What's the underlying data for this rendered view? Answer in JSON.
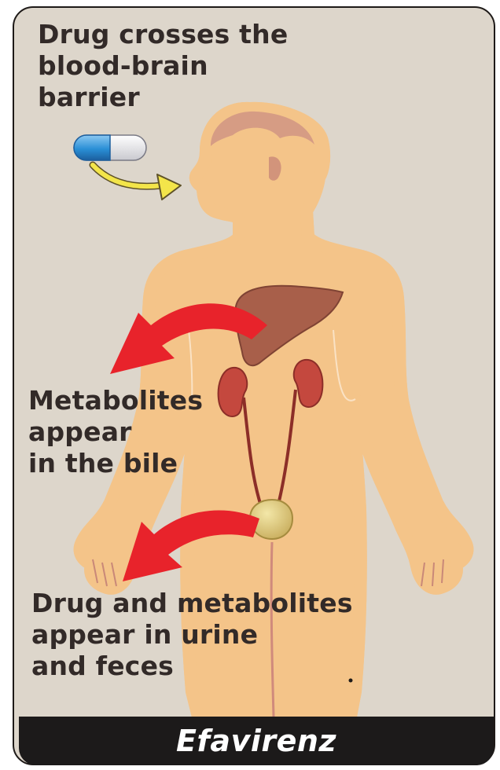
{
  "labels": {
    "blood_brain": "Drug crosses the\nblood-brain\nbarrier",
    "bile": "Metabolites\nappear\nin the bile",
    "urine_feces": "Drug and metabolites\nappear in urine\nand feces"
  },
  "footer": {
    "title": "Efavirenz"
  },
  "colors": {
    "panel_bg": "#ddd6cb",
    "body_fill": "#e2a090",
    "body_glow": "#f4c489",
    "liver": "#a85f4a",
    "kidney": "#c4483e",
    "bladder": "#d8c37a",
    "arrow_red": "#e8232b",
    "arrow_yellow": "#f3e54a",
    "capsule_blue": "#2a8fd6",
    "footer_bg": "#1c1a1a"
  },
  "icons": [
    "capsule-icon",
    "yellow-arrow-icon",
    "red-arrow-icon"
  ]
}
